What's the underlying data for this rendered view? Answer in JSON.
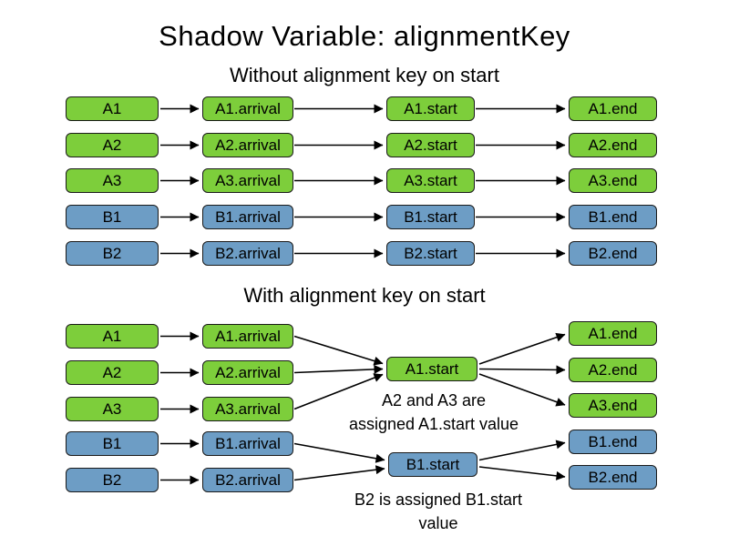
{
  "title": "Shadow Variable: alignmentKey",
  "colors": {
    "green": "#7dce3b",
    "blue": "#6d9dc5",
    "border": "#1a1a1a",
    "arrow": "#000000"
  },
  "sections": {
    "without": {
      "heading": "Without alignment key on start",
      "rows": [
        {
          "name": "A1",
          "arrival": "A1.arrival",
          "start": "A1.start",
          "end": "A1.end"
        },
        {
          "name": "A2",
          "arrival": "A2.arrival",
          "start": "A2.start",
          "end": "A2.end"
        },
        {
          "name": "A3",
          "arrival": "A3.arrival",
          "start": "A3.start",
          "end": "A3.end"
        },
        {
          "name": "B1",
          "arrival": "B1.arrival",
          "start": "B1.start",
          "end": "B1.end"
        },
        {
          "name": "B2",
          "arrival": "B2.arrival",
          "start": "B2.start",
          "end": "B2.end"
        }
      ]
    },
    "with": {
      "heading": "With alignment key on start",
      "names": [
        "A1",
        "A2",
        "A3",
        "B1",
        "B2"
      ],
      "arrivals": [
        "A1.arrival",
        "A2.arrival",
        "A3.arrival",
        "B1.arrival",
        "B2.arrival"
      ],
      "start_a": "A1.start",
      "start_b": "B1.start",
      "ends": [
        "A1.end",
        "A2.end",
        "A3.end",
        "B1.end",
        "B2.end"
      ],
      "note_a_line1": "A2 and A3 are",
      "note_a_line2": "assigned A1.start value",
      "note_b_line1": "B2 is assigned B1.start",
      "note_b_line2": "value"
    }
  }
}
